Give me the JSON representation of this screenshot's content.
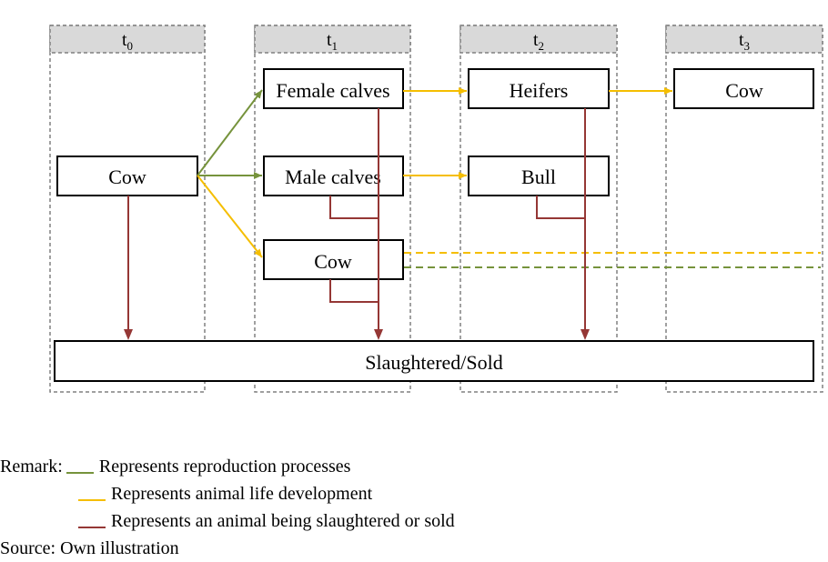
{
  "periods": [
    {
      "label": "t",
      "sub": "0"
    },
    {
      "label": "t",
      "sub": "1"
    },
    {
      "label": "t",
      "sub": "2"
    },
    {
      "label": "t",
      "sub": "3"
    }
  ],
  "boxes": {
    "cow_t0": "Cow",
    "female_calves": "Female calves",
    "male_calves": "Male calves",
    "cow_t1": "Cow",
    "heifers": "Heifers",
    "bull": "Bull",
    "cow_t3": "Cow",
    "slaughtered": "Slaughtered/Sold"
  },
  "colors": {
    "reproduction": "#76933c",
    "life_development": "#f5be00",
    "slaughtered": "#953735",
    "period_header": "#d9d9d9",
    "period_border": "#808080"
  },
  "legend": {
    "remark_label": "Remark:",
    "reproduction": "Represents reproduction processes",
    "life_development": "Represents animal life development",
    "slaughtered": "Represents an animal being slaughtered or sold",
    "source": "Source: Own illustration"
  }
}
